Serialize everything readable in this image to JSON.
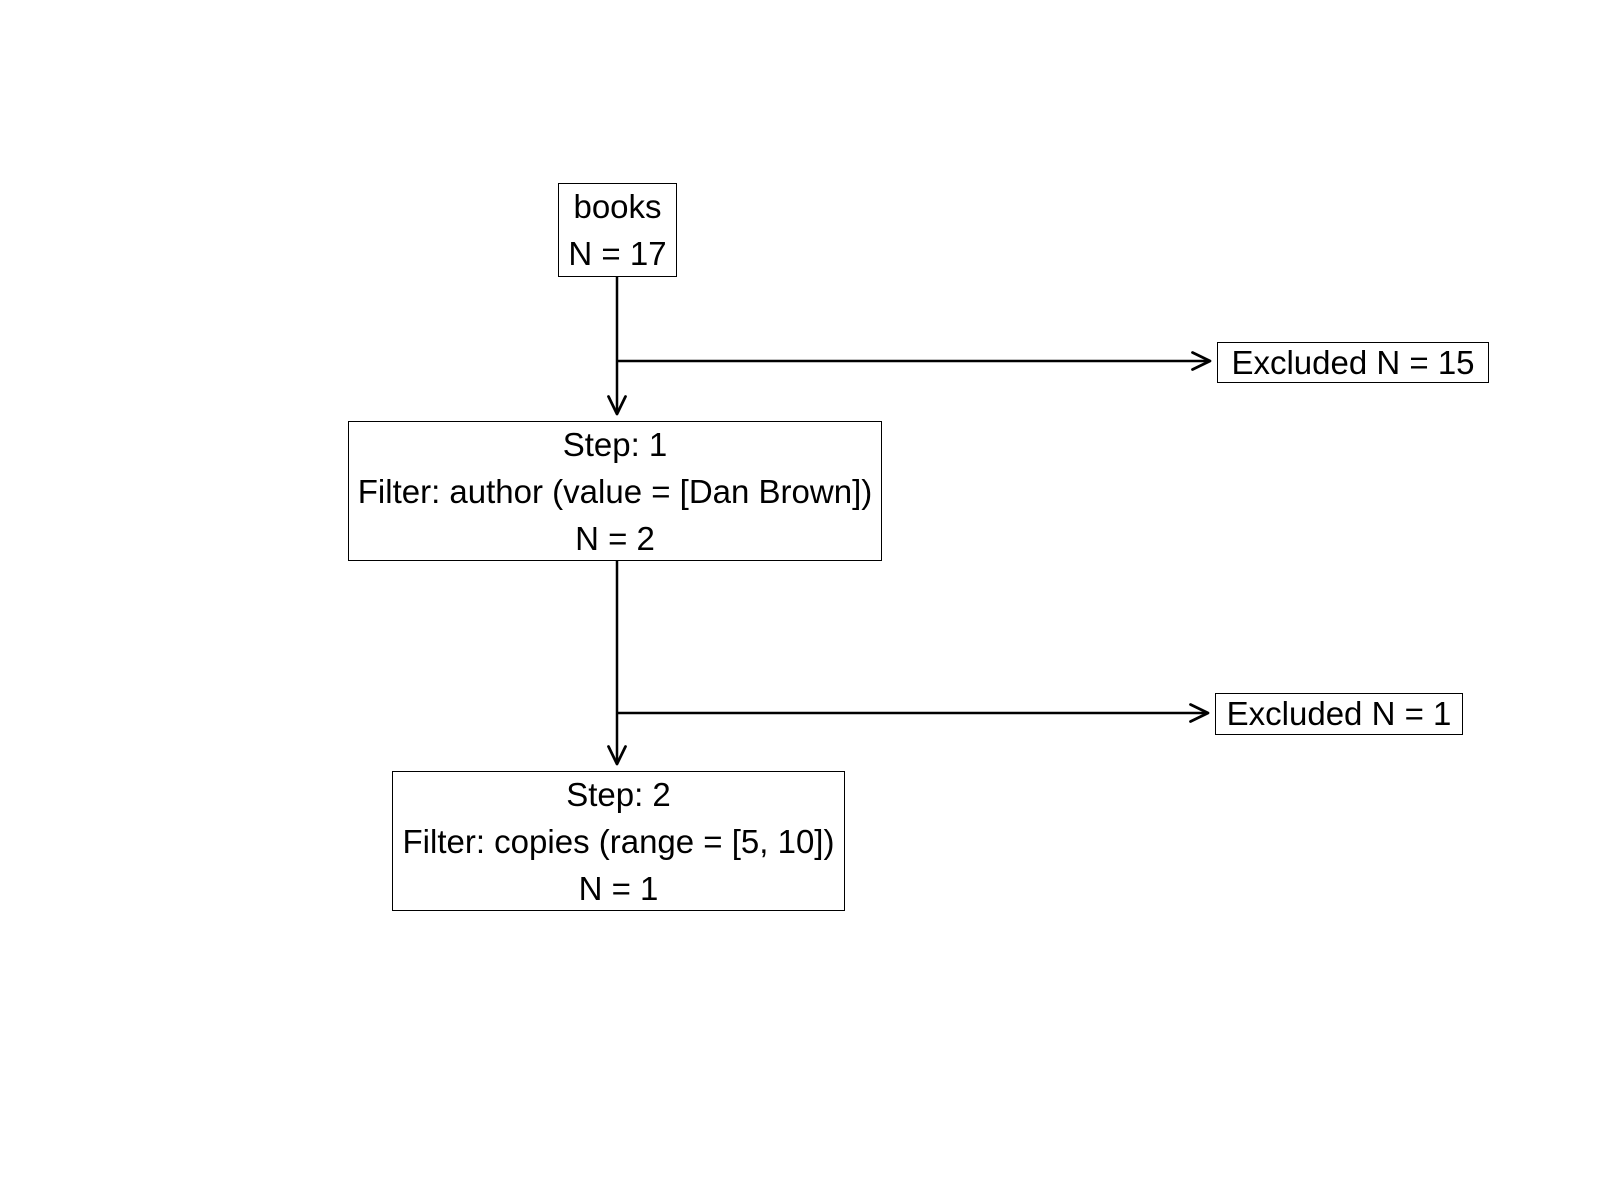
{
  "diagram": {
    "source_box": {
      "name_line": "books",
      "count_line": "N = 17"
    },
    "step1_box": {
      "step_line": "Step: 1",
      "filter_line": "Filter: author (value = [Dan Brown])",
      "count_line": "N = 2"
    },
    "excluded1_box": {
      "label": "Excluded N = 15"
    },
    "step2_box": {
      "step_line": "Step: 2",
      "filter_line": "Filter: copies (range = [5, 10])",
      "count_line": "N = 1"
    },
    "excluded2_box": {
      "label": "Excluded N = 1"
    },
    "colors": {
      "line": "#000000",
      "text": "#000000",
      "box_background": "#ffffff",
      "page_background": "#ffffff"
    }
  }
}
